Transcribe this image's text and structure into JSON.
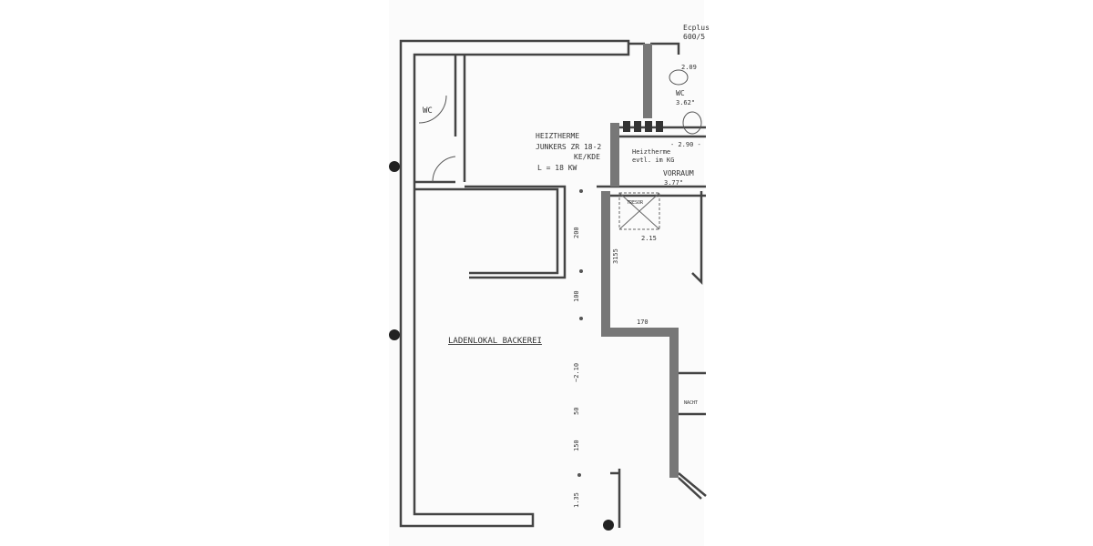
{
  "labels": {
    "wc_left": "WC",
    "heiztherme_1": "HEIZTHERME",
    "heiztherme_2": "JUNKERS ZR 18-2",
    "heiztherme_3": "KE/KDE",
    "heiztherme_4": "L = 18 KW",
    "ecplus_1": "Ecplus",
    "ecplus_2": "600/5",
    "wc_right": "WC",
    "wc_area": "3.62\"",
    "wc_dim": "2.09",
    "heiztherme_kg_1": "Heiztherme",
    "heiztherme_kg_2": "evtl. im KG",
    "dim_290": "- 2.90 -",
    "vorraum": "VORRAUM",
    "vorraum_area": "3.77\"",
    "tresor": "TRESOR",
    "dim_215": "2.15",
    "dim_3155": "3155",
    "dim_170": "170",
    "ladenlokal": "LADENLOKAL BACKEREI",
    "nacht": "NACHT",
    "dim_200": "200",
    "dim_100": "100",
    "dim_210": "~2.10",
    "dim_50": "50",
    "dim_150": "150",
    "dim_135": "1.35"
  }
}
